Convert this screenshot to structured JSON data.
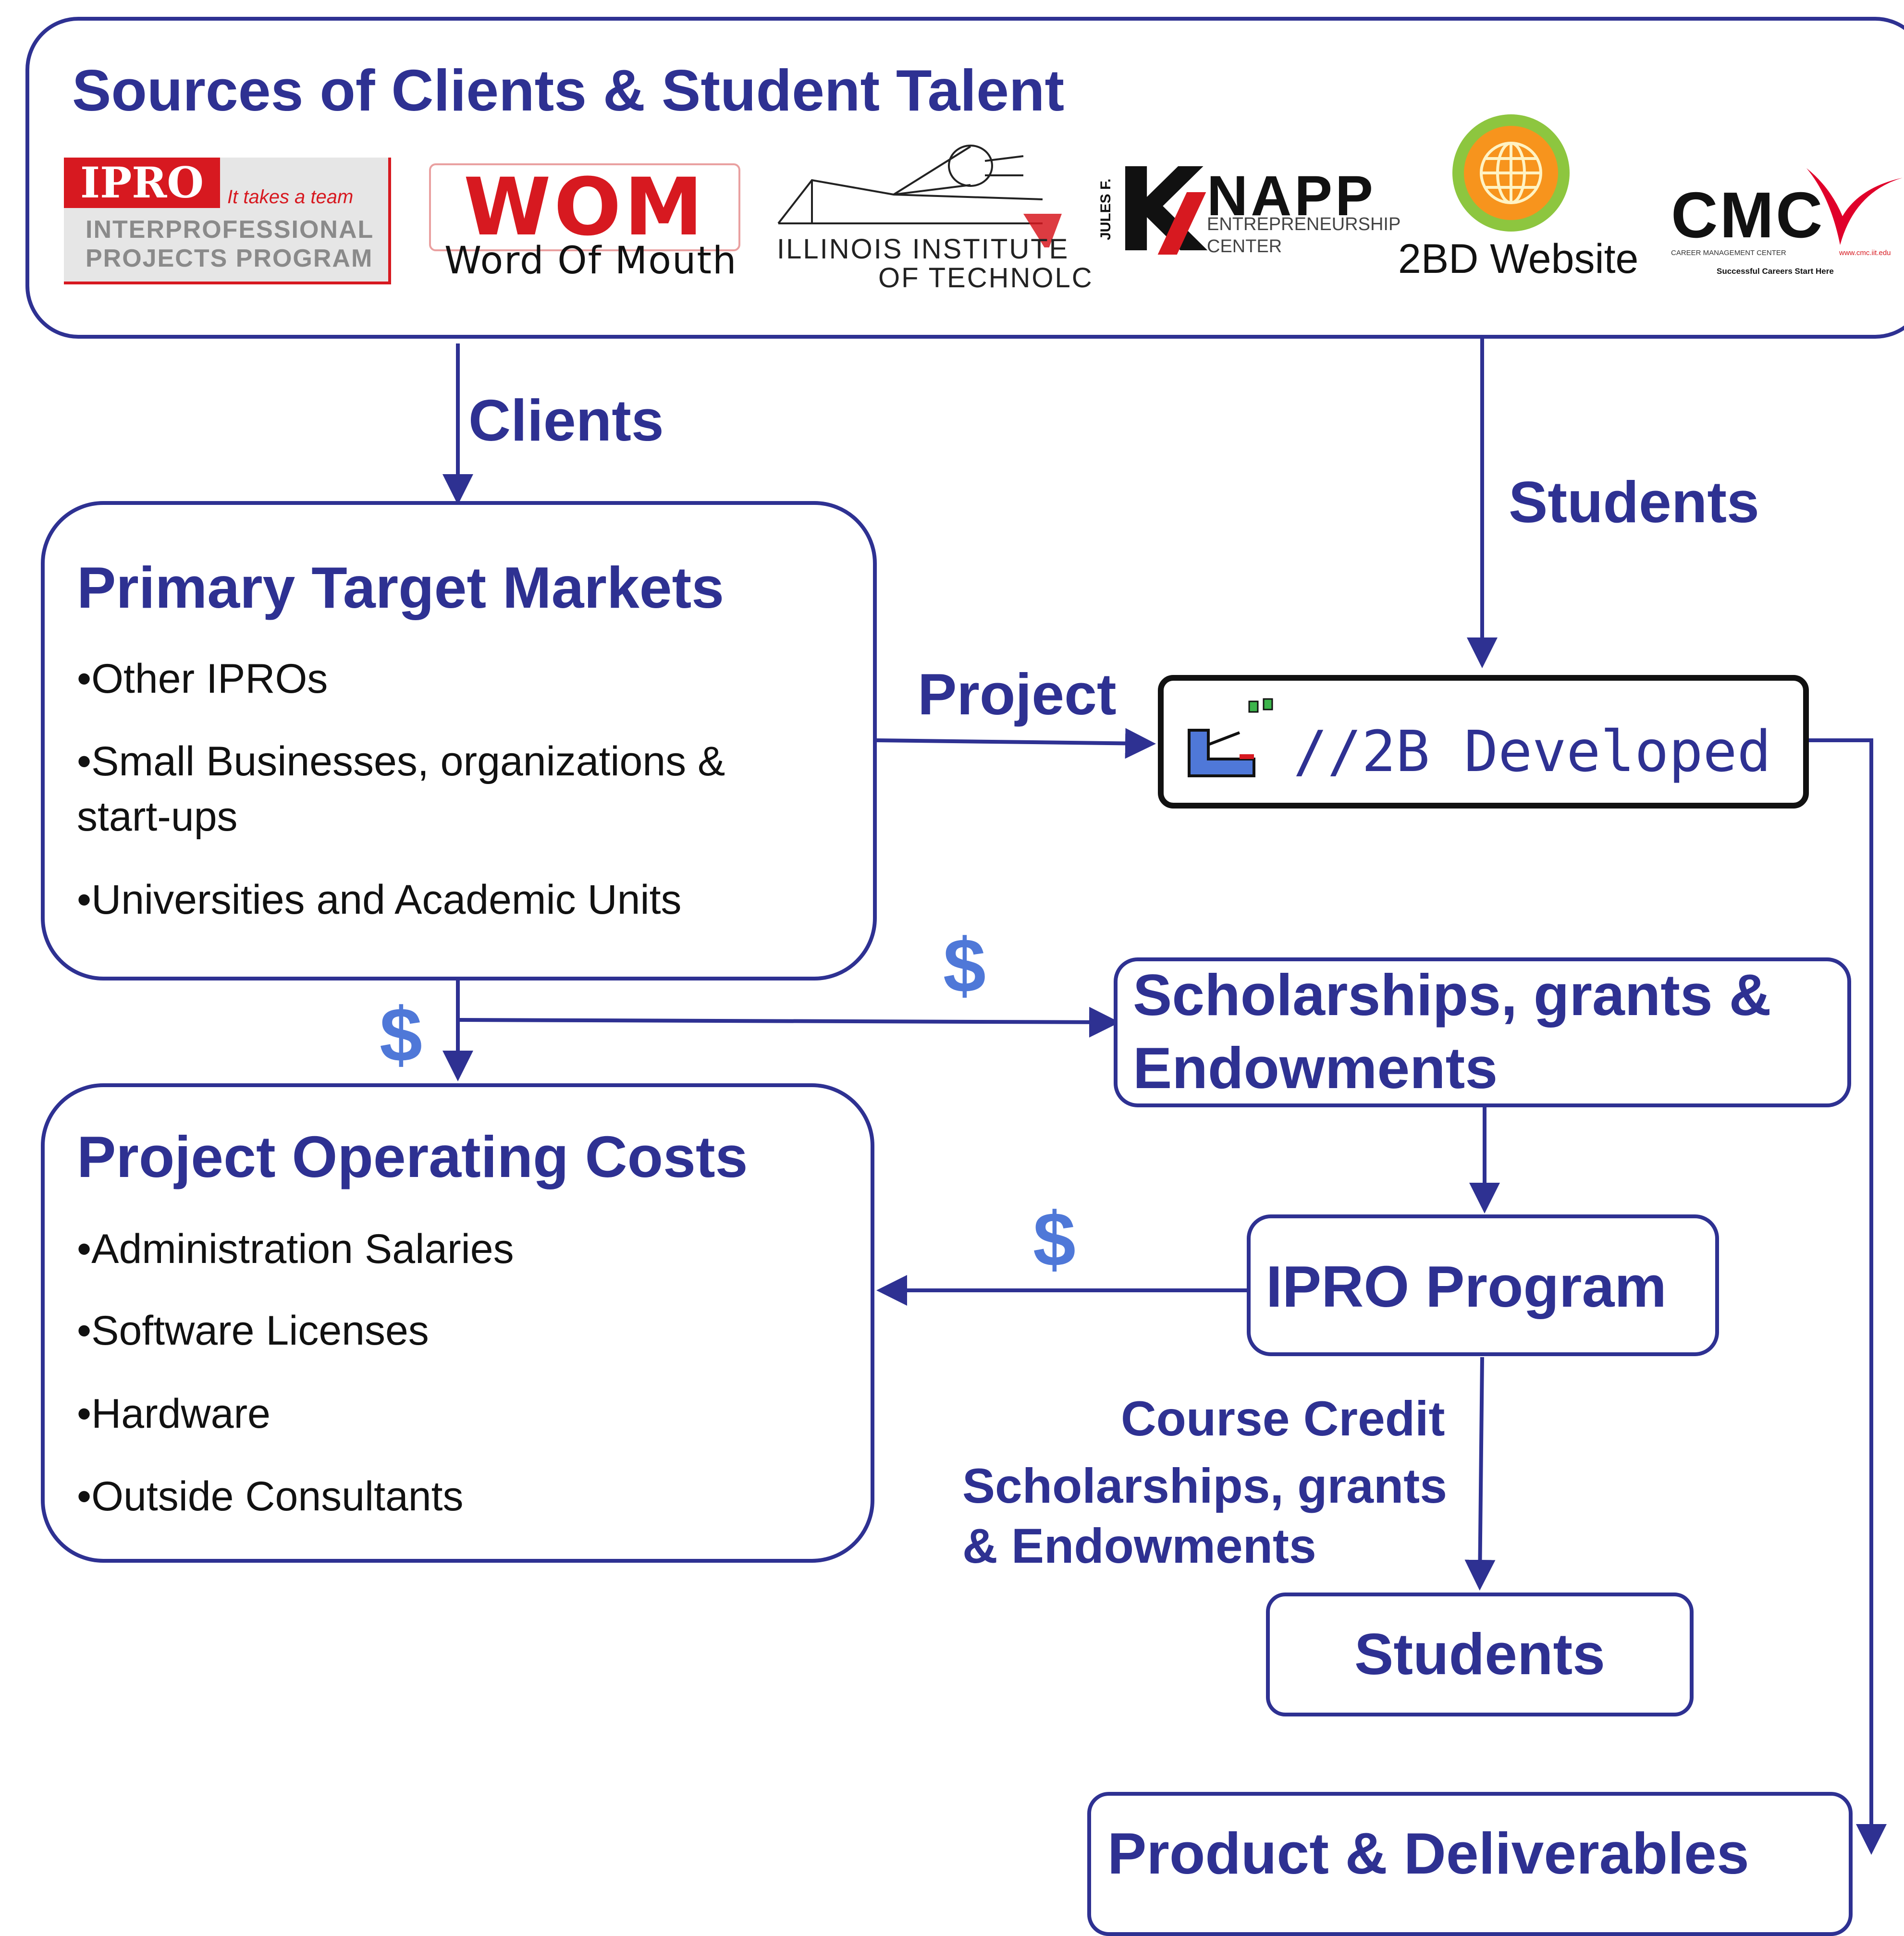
{
  "sources": {
    "title": "Sources of Clients & Student Talent",
    "ipro": {
      "name": "IPRO",
      "tagline": "It takes a team",
      "line1": "INTERPROFESSIONAL",
      "line2": "PROJECTS PROGRAM"
    },
    "wom": {
      "name": "WOM",
      "sub": "Word Of Mouth"
    },
    "iit": {
      "line1": "ILLINOIS INSTITUTE",
      "line2": "OF TECHNOLC"
    },
    "knapp": {
      "vertical": "JULES F.",
      "letter": "K",
      "name": "NAPP",
      "line1": "ENTREPRENEURSHIP",
      "line2": "CENTER"
    },
    "website": {
      "label": "2BD Website"
    },
    "cmc": {
      "name": "CMC",
      "sub": "CAREER MANAGEMENT CENTER",
      "url": "www.cmc.iit.edu",
      "tagline": "Successful Careers Start Here"
    }
  },
  "flows": {
    "clients": "Clients",
    "students_top": "Students",
    "project": "Project",
    "dollar": "$",
    "course_credit": "Course Credit",
    "scholarships_line1": "Scholarships, grants",
    "scholarships_line2": "& Endowments"
  },
  "primary_markets": {
    "title": "Primary Target Markets",
    "items": [
      "•Other IPROs",
      "•Small Businesses, organizations &",
      "start-ups",
      "•Universities and Academic Units"
    ]
  },
  "developed": {
    "label": "//2B Developed"
  },
  "scholarships_box": {
    "line1": "Scholarships, grants &",
    "line2": "Endowments"
  },
  "operating_costs": {
    "title": "Project Operating Costs",
    "items": [
      "•Administration Salaries",
      "•Software Licenses",
      "•Hardware",
      "•Outside Consultants"
    ]
  },
  "ipro_program": {
    "label": "IPRO Program"
  },
  "students_box": {
    "label": "Students"
  },
  "product": {
    "label": "Product & Deliverables"
  },
  "colors": {
    "navy": "#2e3192",
    "dollar": "#4f78d8",
    "ipro_red": "#d71920",
    "cmc_red": "#e0002a",
    "globe_orange": "#f7941d",
    "globe_green": "#8dc63f"
  }
}
